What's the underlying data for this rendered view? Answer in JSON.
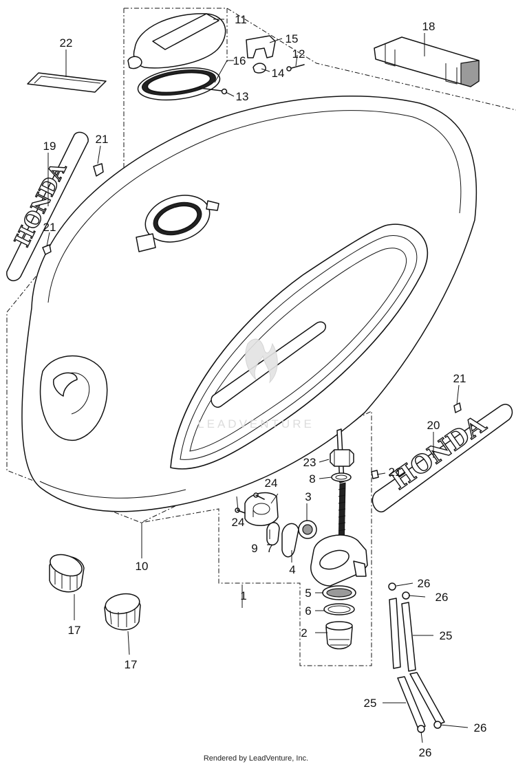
{
  "diagram": {
    "labels": {
      "p1": "1",
      "p2": "2",
      "p3": "3",
      "p4": "4",
      "p5": "5",
      "p6": "6",
      "p7": "7",
      "p8": "8",
      "p9": "9",
      "p10": "10",
      "p11": "11",
      "p12": "12",
      "p13": "13",
      "p14": "14",
      "p15": "15",
      "p16": "16",
      "p17a": "17",
      "p17b": "17",
      "p18": "18",
      "p19": "19",
      "p20": "20",
      "p21a": "21",
      "p21b": "21",
      "p21c": "21",
      "p21d": "21",
      "p22": "22",
      "p23": "23",
      "p24a": "24",
      "p24b": "24",
      "p25a": "25",
      "p25b": "25",
      "p26a": "26",
      "p26b": "26",
      "p26c": "26",
      "p26d": "26"
    },
    "emblem_text": "HONDA",
    "watermark": "LEADVENTURE",
    "footer": "Rendered by LeadVenture, Inc."
  }
}
